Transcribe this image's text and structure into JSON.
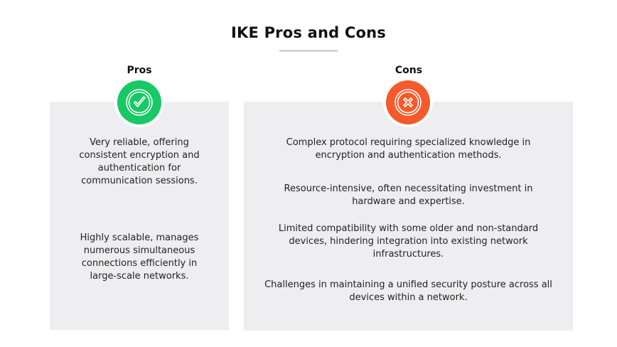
{
  "title": "IKE Pros and Cons",
  "colors": {
    "pros_accent": "#17c964",
    "cons_accent": "#f55a2c",
    "panel_background": "#eeeef0",
    "underline": "#d6d6d6"
  },
  "pros": {
    "heading": "Pros",
    "icon": "check-circle-icon",
    "items": [
      "Very reliable, offering consistent encryption and authentication for communication sessions.",
      "Highly scalable, manages numerous simultaneous connections efficiently in large-scale networks."
    ]
  },
  "cons": {
    "heading": "Cons",
    "icon": "x-circle-icon",
    "items": [
      "Complex protocol requiring specialized knowledge in encryption and authentication methods.",
      "Resource-intensive, often necessitating investment in hardware and expertise.",
      "Limited compatibility with some older and non-standard devices, hindering integration into existing network infrastructures.",
      "Challenges in maintaining a unified security posture across all devices within a network."
    ]
  }
}
